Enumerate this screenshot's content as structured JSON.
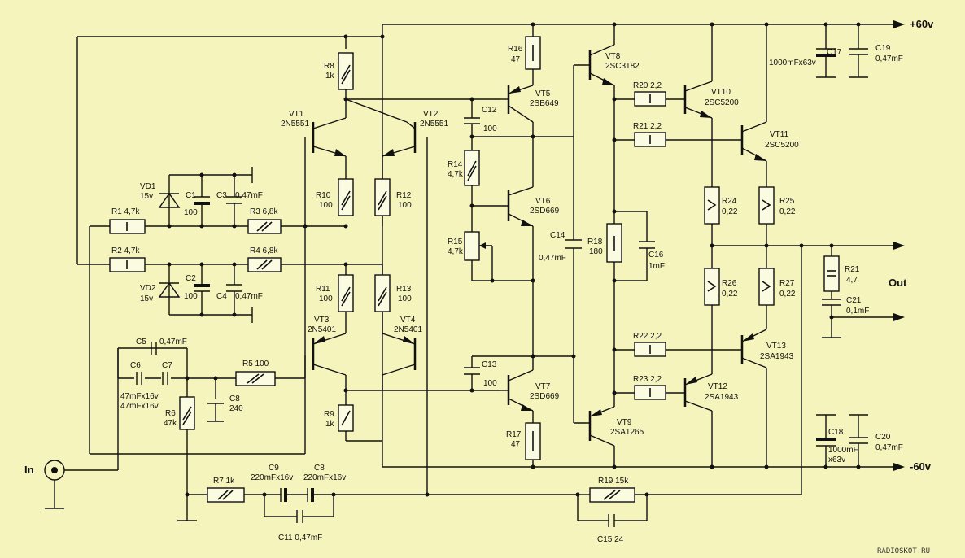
{
  "supply": {
    "pos": "+60v",
    "neg": "-60v"
  },
  "io": {
    "input": "In",
    "output": "Out"
  },
  "watermark": "RADIOSKOT.RU",
  "labels": {
    "R1": "R1 4,7k",
    "R2": "R2 4,7k",
    "R3": "R3 6,8k",
    "R4": "R4 6,8k",
    "R5": "R5 100",
    "R6a": "R6",
    "R6b": "47k",
    "R7": "R7 1k",
    "R8a": "R8",
    "R8b": "1k",
    "R9a": "R9",
    "R9b": "1k",
    "R10a": "R10",
    "R10b": "100",
    "R11a": "R11",
    "R11b": "100",
    "R12a": "R12",
    "R12b": "100",
    "R13a": "R13",
    "R13b": "100",
    "R14a": "R14",
    "R14b": "4,7k",
    "R15a": "R15",
    "R15b": "4,7k",
    "R16a": "R16",
    "R16b": "47",
    "R17a": "R17",
    "R17b": "47",
    "R18a": "R18",
    "R18b": "180",
    "R19": "R19 15k",
    "R20": "R20 2,2",
    "R21": "R21 2,2",
    "R22": "R22 2,2",
    "R23": "R23 2,2",
    "R24a": "R24",
    "R24b": "0,22",
    "R25a": "R25",
    "R25b": "0,22",
    "R26a": "R26",
    "R26b": "0,22",
    "R27a": "R27",
    "R27b": "0,22",
    "R21oa": "R21",
    "R21ob": "4,7",
    "C1a": "C1",
    "C1b": "100",
    "C2a": "C2",
    "C2b": "100",
    "C3": "C3",
    "C3v": "0,47mF",
    "C4": "C4",
    "C4v": "0,47mF",
    "C5": "C5",
    "C5v": "0,47mF",
    "C6": "C6",
    "C7": "C7",
    "C67a": "47mFx16v",
    "C67b": "47mFx16v",
    "C8a": "C8",
    "C8b": "240",
    "C9a": "C9",
    "C9b": "220mFx16v",
    "C8ba": "C8",
    "C8bb": "220mFx16v",
    "C11": "C11 0,47mF",
    "C12a": "C12",
    "C12b": "100",
    "C13a": "C13",
    "C13b": "100",
    "C14a": "C14",
    "C14b": "0,47mF",
    "C15": "C15   24",
    "C16a": "C16",
    "C16b": "1mF",
    "C17a": "C17",
    "C17b": "1000mFx63v",
    "C18a": "C18",
    "C18b": "1000mF",
    "C18c": "x63v",
    "C19a": "C19",
    "C19b": "0,47mF",
    "C20a": "C20",
    "C20b": "0,47mF",
    "C21a": "C21",
    "C21b": "0,1mF",
    "VD1a": "VD1",
    "VD1b": "15v",
    "VD2a": "VD2",
    "VD2b": "15v",
    "VT1a": "VT1",
    "VT1b": "2N5551",
    "VT2a": "VT2",
    "VT2b": "2N5551",
    "VT3a": "VT3",
    "VT3b": "2N5401",
    "VT4a": "VT4",
    "VT4b": "2N5401",
    "VT5a": "VT5",
    "VT5b": "2SB649",
    "VT6a": "VT6",
    "VT6b": "2SD669",
    "VT7a": "VT7",
    "VT7b": "2SD669",
    "VT8a": "VT8",
    "VT8b": "2SC3182",
    "VT9a": "VT9",
    "VT9b": "2SA1265",
    "VT10a": "VT10",
    "VT10b": "2SC5200",
    "VT11a": "VT11",
    "VT11b": "2SC5200",
    "VT12a": "VT12",
    "VT12b": "2SA1943",
    "VT13a": "VT13",
    "VT13b": "2SA1943"
  }
}
